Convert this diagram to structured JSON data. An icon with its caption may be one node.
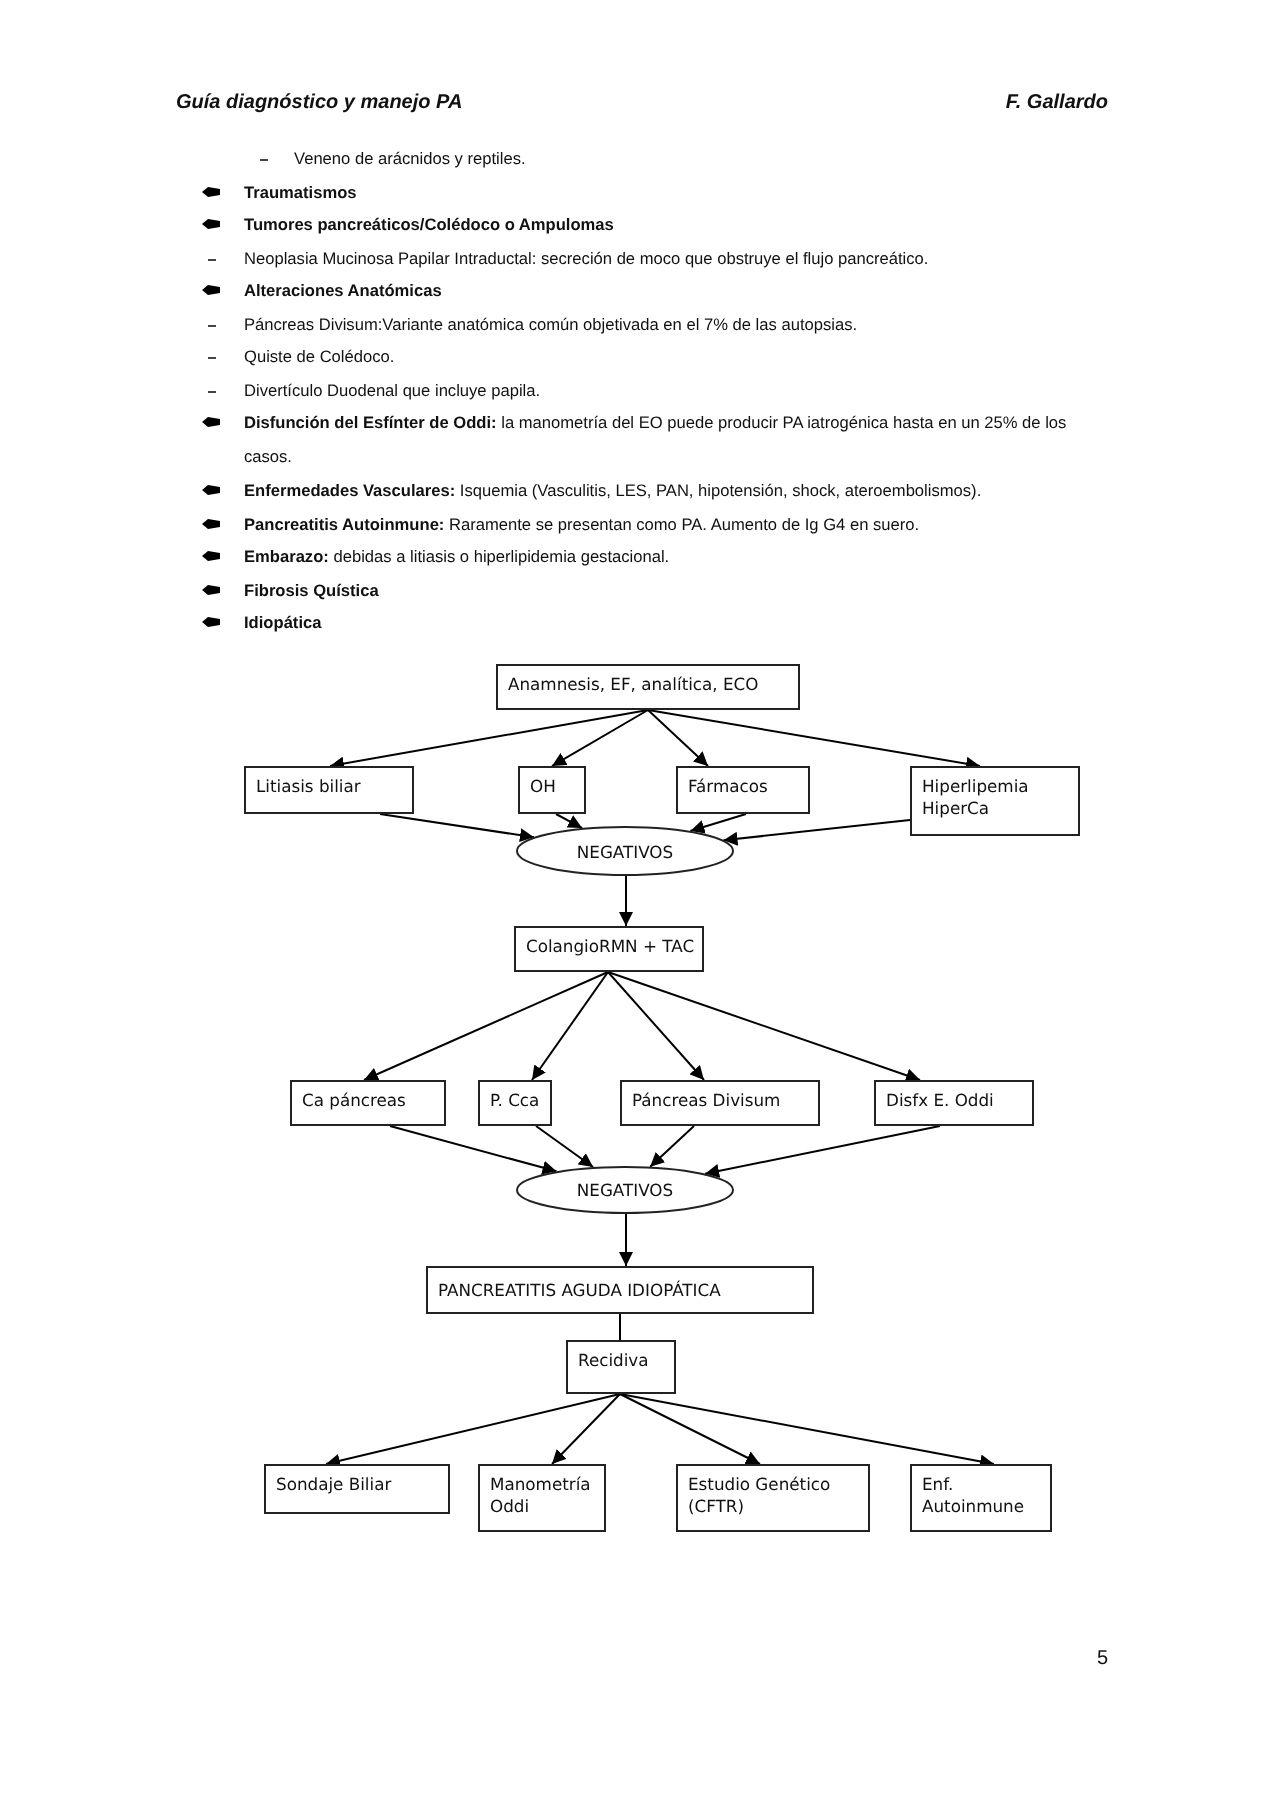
{
  "diagram": {
    "nodes": [
      {
        "text": [
          "Anamnesis, EF, analítica, ECO"
        ]
      },
      {
        "text": [
          "Litiasis biliar"
        ]
      },
      {
        "text": [
          "OH"
        ]
      },
      {
        "text": [
          "Fármacos"
        ]
      },
      {
        "text": [
          "Hiperlipemia HiperCa"
        ]
      },
      {
        "text": [
          "NEGATIVOS"
        ]
      },
      {
        "text": [
          "ColangioRMN + TAC"
        ]
      },
      {
        "text": [
          "Ca páncreas"
        ]
      },
      {
        "text": [
          "P. Cca"
        ]
      },
      {
        "text": [
          "Páncreas Divisum"
        ]
      },
      {
        "text": [
          "Disfx E. Oddi"
        ]
      },
      {
        "text": [
          "NEGATIVOS"
        ]
      },
      {
        "text": [
          "PANCREATITIS AGUDA IDIOPÁTICA"
        ]
      },
      {
        "text": [
          "Recidiva"
        ]
      },
      {
        "text": [
          "Sondaje Biliar"
        ]
      },
      {
        "text": [
          "Manometría Oddi"
        ]
      },
      {
        "text": [
          "Estudio Genético (CFTR)"
        ]
      },
      {
        "text": [
          "Enf. Autoinmune"
        ]
      }
    ],
    "edges": [
      {
        "from": 0,
        "to": 1,
        "arrow": "to"
      },
      {
        "from": 0,
        "to": 2,
        "arrow": "to"
      },
      {
        "from": 0,
        "to": 3,
        "arrow": "to"
      },
      {
        "from": 0,
        "to": 4,
        "arrow": "to"
      },
      {
        "from": 1,
        "to": 5,
        "arrow": "to"
      },
      {
        "from": 2,
        "to": 5,
        "arrow": "to"
      },
      {
        "from": 3,
        "to": 5,
        "arrow": "to"
      },
      {
        "from": 4,
        "to": 5,
        "arrow": "to"
      },
      {
        "from": 5,
        "to": 6,
        "arrow": "to"
      },
      {
        "from": 6,
        "to": 7,
        "arrow": "to"
      },
      {
        "from": 6,
        "to": 8,
        "arrow": "to"
      },
      {
        "from": 6,
        "to": 9,
        "arrow": "to"
      },
      {
        "from": 6,
        "to": 10,
        "arrow": "to"
      },
      {
        "from": 7,
        "to": 11,
        "arrow": "to"
      },
      {
        "from": 8,
        "to": 11,
        "arrow": "to"
      },
      {
        "from": 9,
        "to": 11,
        "arrow": "to"
      },
      {
        "from": 10,
        "to": 11,
        "arrow": "to"
      },
      {
        "from": 11,
        "to": 12,
        "arrow": "to"
      },
      {
        "from": 12,
        "to": 13,
        "arrow": "none"
      },
      {
        "from": 13,
        "to": 14,
        "arrow": "to"
      },
      {
        "from": 13,
        "to": 15,
        "arrow": "to"
      },
      {
        "from": 13,
        "to": 16,
        "arrow": "to"
      },
      {
        "from": 13,
        "to": 17,
        "arrow": "to"
      }
    ],
    "labels": [
      "Guía diagnóstico y manejo PA",
      "F. Gallardo",
      "Veneno de arácnidos y reptiles.",
      "Traumatismos",
      "Tumores pancreáticos/Colédoco o Ampulomas",
      "Neoplasia Mucinosa Papilar Intraductal: secreción de moco que obstruye el flujo pancreático.",
      "Alteraciones Anatómicas",
      "Páncreas Divisum:Variante anatómica común objetivada en el 7% de las autopsias.",
      "Quiste de Colédoco.",
      "Divertículo Duodenal que incluye papila.",
      "**Disfunción del Esfínter de Oddi:** la manometría del EO puede producir PA iatrogénica hasta en un 25% de los casos.",
      "**Enfermedades Vasculares:** Isquemia (Vasculitis, LES, PAN, hipotensión, shock, ateroembolismos).",
      "**Pancreatitis Autoinmune:** Raramente se presentan como PA. Aumento de Ig G4 en suero.",
      "**Embarazo:** debidas a litiasis o hiperlipidemia gestacional.",
      "Fibrosis Quística",
      "Idiopática",
      "5"
    ]
  }
}
